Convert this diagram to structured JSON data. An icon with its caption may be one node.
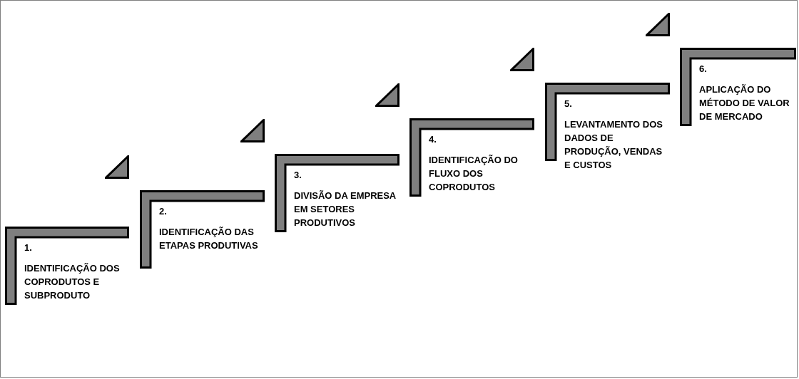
{
  "diagram": {
    "nodes": [
      {
        "text": [
          "1.",
          "IDENTIFICAÇÃO DOS COPRODUTOS E SUBPRODUTO"
        ]
      },
      {
        "text": [
          "2.",
          "IDENTIFICAÇÃO DAS ETAPAS PRODUTIVAS"
        ]
      },
      {
        "text": [
          "3.",
          "DIVISÃO DA EMPRESA EM SETORES PRODUTIVOS"
        ]
      },
      {
        "text": [
          "4.",
          "IDENTIFICAÇÃO DO FLUXO DOS COPRODUTOS"
        ]
      },
      {
        "text": [
          "5.",
          "LEVANTAMENTO DOS DADOS DE PRODUÇÃO, VENDAS E CUSTOS"
        ]
      },
      {
        "text": [
          "6.",
          "APLICAÇÃO DO MÉTODO DE VALOR DE MERCADO"
        ]
      }
    ]
  }
}
